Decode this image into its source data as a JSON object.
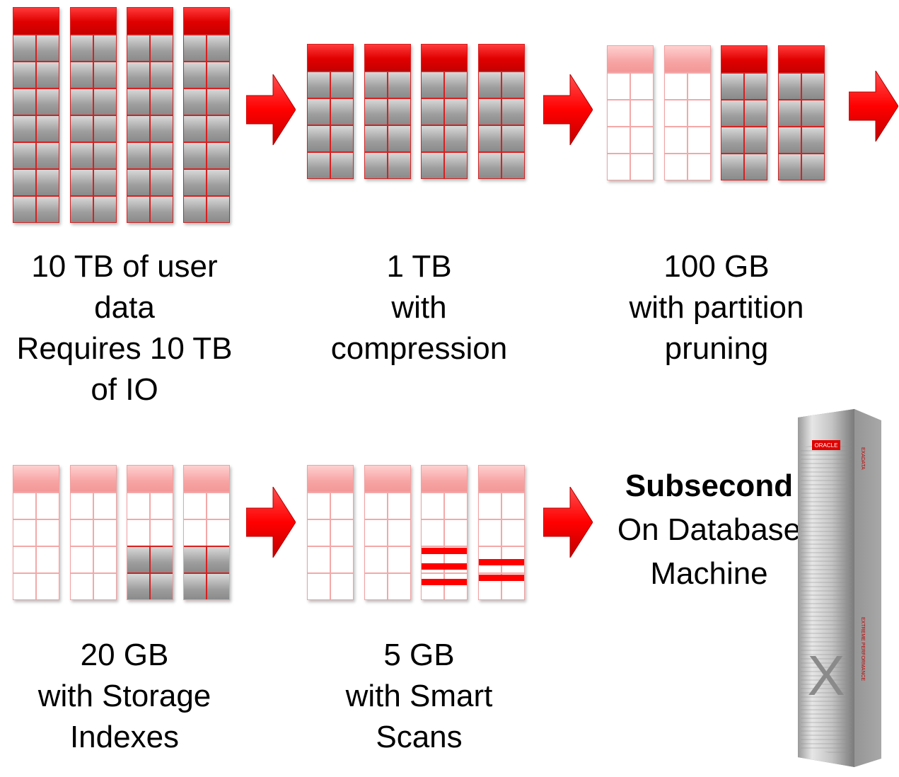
{
  "steps": [
    {
      "id": "step1",
      "lines": [
        "10 TB of user",
        "data",
        "Requires 10 TB",
        "of IO"
      ]
    },
    {
      "id": "step2",
      "lines": [
        "1 TB",
        "with",
        "compression"
      ]
    },
    {
      "id": "step3",
      "lines": [
        "100 GB",
        "with partition",
        "pruning"
      ]
    },
    {
      "id": "step4",
      "lines": [
        "20 GB",
        "with Storage",
        "Indexes"
      ]
    },
    {
      "id": "step5",
      "lines": [
        "5 GB",
        "with Smart",
        "Scans"
      ]
    }
  ],
  "result": {
    "title": "Subsecond",
    "line1": "On Database",
    "line2": "Machine"
  },
  "rack": {
    "brand": "ORACLE",
    "product": "EXADATA",
    "tagline": "EXTREME PERFORMANCE",
    "mark": "X"
  },
  "colors": {
    "accent": "#e00000",
    "faded": "#f7a5a5",
    "gray": "#9e9e9e"
  }
}
